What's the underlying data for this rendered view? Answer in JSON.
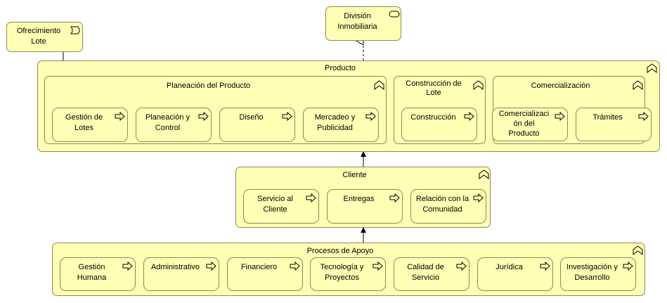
{
  "diagram": {
    "top_nodes": {
      "division": "División\nInmobiliaria",
      "ofrecimiento": "Ofrecimiento\nLote"
    },
    "producto": {
      "title": "Producto",
      "planeacion": {
        "title": "Planeación del Producto",
        "steps": [
          "Gestión de\nLotes",
          "Planeación y\nControl",
          "Diseño",
          "Mercadeo y\nPublicidad"
        ]
      },
      "construccion": {
        "title": "Construcción de\nLote",
        "steps": [
          "Construcción"
        ]
      },
      "comercializacion": {
        "title": "Comercialización",
        "steps": [
          "Comercializaci\nón del\nProducto",
          "Trámites"
        ]
      }
    },
    "cliente": {
      "title": "Cliente",
      "steps": [
        "Servicio al\nCliente",
        "Entregas",
        "Relación con la\nComunidad"
      ]
    },
    "apoyo": {
      "title": "Procesos de Apoyo",
      "steps": [
        "Gestión\nHumana",
        "Administrativo",
        "Financiero",
        "Tecnología y\nProyectos",
        "Calidad de\nServicio",
        "Jurídica",
        "Investigación y\nDesarrollo"
      ]
    }
  }
}
